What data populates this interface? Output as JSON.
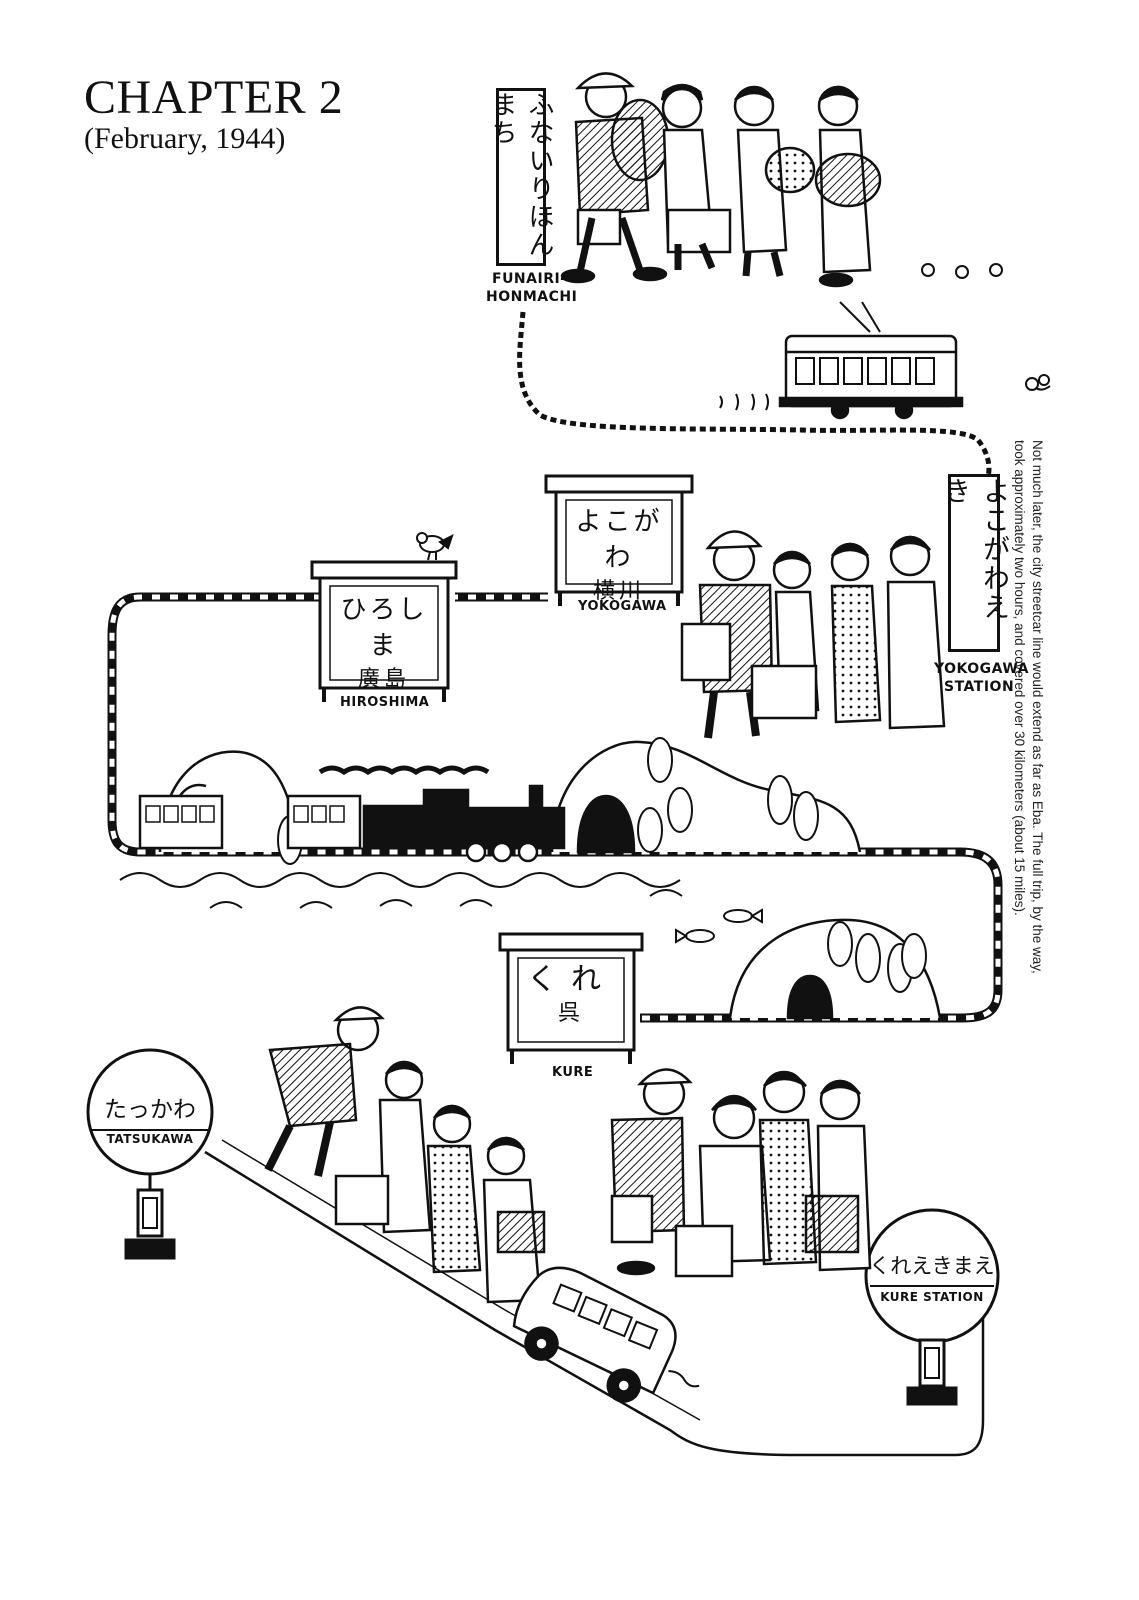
{
  "chapter": {
    "title": "CHAPTER 2",
    "date": "(February, 1944)"
  },
  "note": {
    "line1": "Not much later, the city streetcar line would extend as far as Eba. The full trip, by the way,",
    "line2": "took approximately two hours, and covered over 30 kilometers (about 15 miles).",
    "icon": "flower-bud-icon"
  },
  "stations": {
    "funairi": {
      "kana": "ふないりほんまち",
      "romaji_1": "FUNAIRI-",
      "romaji_2": "HONMACHI"
    },
    "yokogawa_station": {
      "kana": "よこがわえき",
      "romaji_1": "YOKOGAWA",
      "romaji_2": "STATION"
    },
    "yokogawa": {
      "kana": "よこがわ",
      "kanji": "横川",
      "romaji": "YOKOGAWA"
    },
    "hiroshima": {
      "kana": "ひろしま",
      "kanji": "廣島",
      "romaji": "HIROSHIMA"
    },
    "kure": {
      "kana": "くれ",
      "kanji": "呉",
      "romaji": "KURE"
    },
    "tatsukawa": {
      "kana": "たっかわ",
      "romaji": "TATSUKAWA"
    },
    "kure_station": {
      "kana": "くれえきまえ",
      "romaji": "KURE STATION"
    }
  },
  "illustrations": {
    "streetcar": "streetcar-icon",
    "steam_train": "steam-locomotive-icon",
    "bus": "bus-icon",
    "bird": "bird-icon"
  }
}
